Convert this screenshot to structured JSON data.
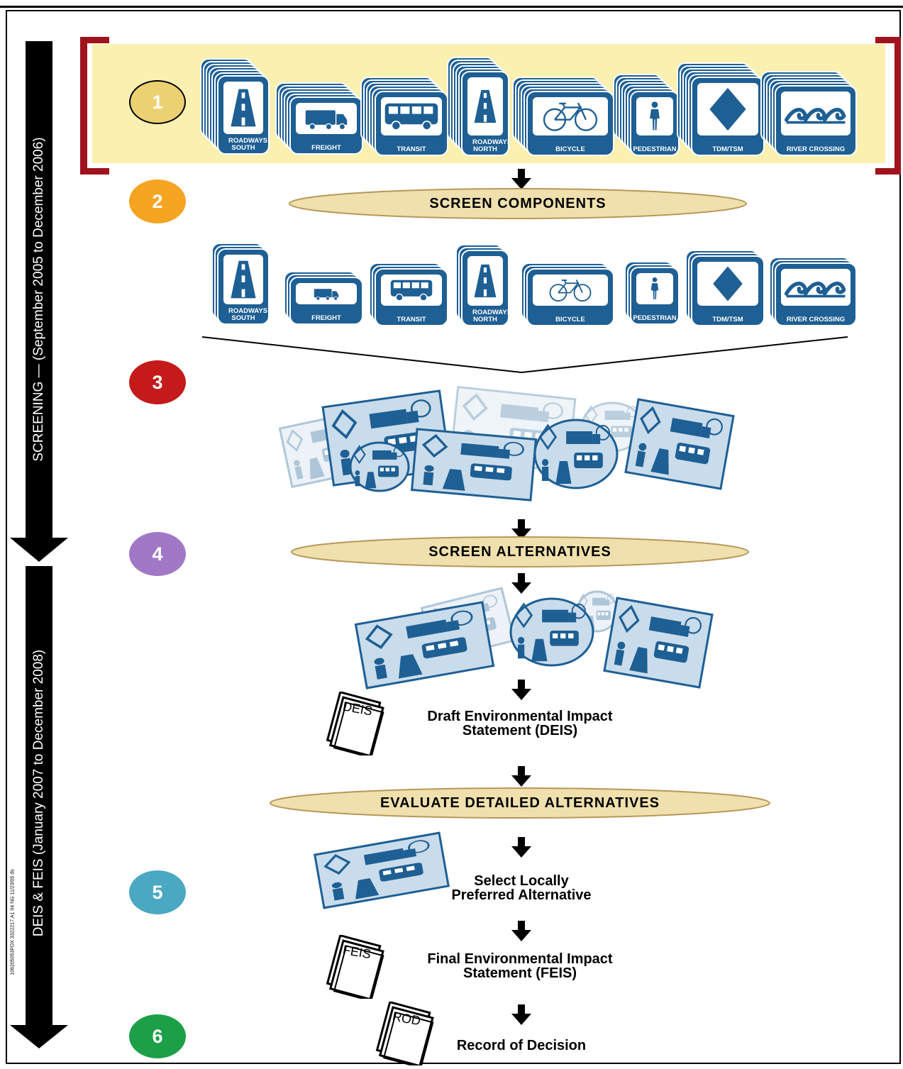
{
  "header": {
    "title_fragment": "Figure 2-1. Development"
  },
  "sidebar": {
    "screening_label": "SCREENING — (September 2005 to December 2006)",
    "deis_label": "DEIS & FEIS (January 2007 to December 2008)",
    "doc_code": "106205053PDX 3322217.A1 04 NG 11/23/05 ds"
  },
  "colors": {
    "step1": "#ecd172",
    "step2": "#f5a521",
    "step3": "#c41a1a",
    "step4": "#a178c6",
    "step5": "#4aa8c2",
    "step6": "#1ca047",
    "icon_blue": "#1e5f94",
    "band": "#faf0b0",
    "bracket": "#a0121c"
  },
  "steps": [
    {
      "number": "1"
    },
    {
      "number": "2"
    },
    {
      "number": "3"
    },
    {
      "number": "4"
    },
    {
      "number": "5"
    },
    {
      "number": "6"
    }
  ],
  "components": [
    {
      "label": "ROADWAYS SOUTH",
      "icon": "road-icon"
    },
    {
      "label": "FREIGHT",
      "icon": "truck-icon"
    },
    {
      "label": "TRANSIT",
      "icon": "bus-icon"
    },
    {
      "label": "ROADWAYS NORTH",
      "icon": "road-icon"
    },
    {
      "label": "BICYCLE",
      "icon": "bicycle-icon"
    },
    {
      "label": "PEDESTRIAN",
      "icon": "pedestrian-icon"
    },
    {
      "label": "TDM/TSM",
      "icon": "diamond-icon"
    },
    {
      "label": "RIVER CROSSING",
      "icon": "waves-icon"
    }
  ],
  "process": {
    "screen_components": "SCREEN COMPONENTS",
    "screen_alternatives": "SCREEN ALTERNATIVES",
    "evaluate_detailed": "EVALUATE DETAILED ALTERNATIVES",
    "deis_line1": "Draft Environmental Impact",
    "deis_line2": "Statement (DEIS)",
    "deis_book": "DEIS",
    "lpa_line1": "Select Locally",
    "lpa_line2": "Preferred Alternative",
    "feis_line1": "Final Environmental Impact",
    "feis_line2": "Statement (FEIS)",
    "feis_book": "FEIS",
    "rod_text": "Record of Decision",
    "rod_book": "ROD"
  }
}
